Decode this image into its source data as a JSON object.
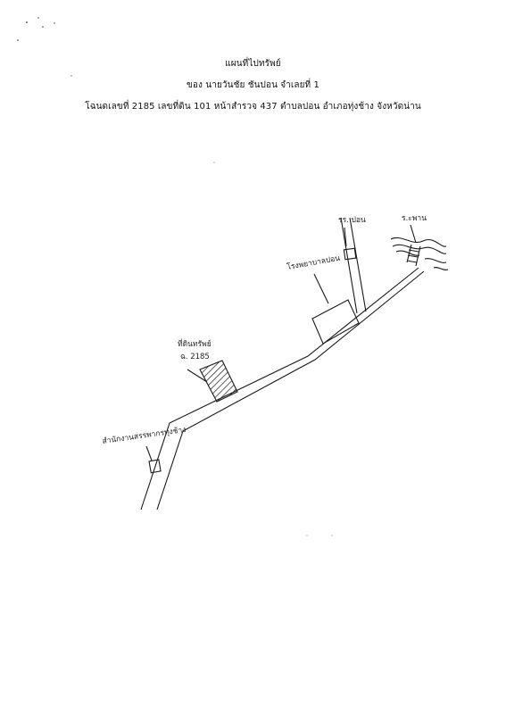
{
  "header": {
    "title": "แผนที่ไปทรัพย์",
    "owner_line": "ของ  นายวันชัย  ชันปอน  จำเลยที่ 1",
    "deed_line": "โฉนดเลขที่ 2185  เลขที่ดิน 101 หน้าสำรวจ  437  ตำบลปอน  อำเภอทุ่งช้าง  จังหวัดน่าน"
  },
  "map": {
    "labels": {
      "school": "รร. ปอน",
      "river": "ร.ะพาน",
      "health_center": "โรงพยาบาลปอน",
      "property": "ที่ดินทรัพย์",
      "deed_no": "ฉ. 2185",
      "district_office": "สำนักงานสรรพากรทุ่งช้าง"
    }
  }
}
